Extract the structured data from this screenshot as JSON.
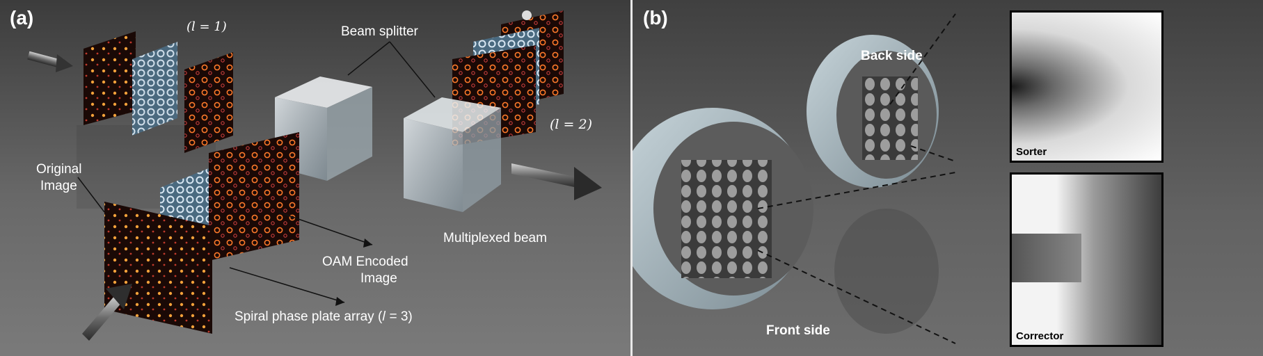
{
  "panel_a": {
    "letter": "(a)",
    "labels": {
      "l1": "(𝑙 = 1)",
      "beam_splitter": "Beam splitter",
      "l2": "(𝑙 = 2)",
      "original_line1": "Original",
      "original_line2": "Image",
      "oam_line1": "OAM Encoded",
      "oam_line2": "Image",
      "multiplexed": "Multiplexed beam",
      "spiral": "Spiral phase plate array (𝑙 = 3)"
    }
  },
  "panel_b": {
    "letter": "(b)",
    "labels": {
      "back": "Back side",
      "front": "Front side",
      "sorter": "Sorter",
      "corrector": "Corrector"
    }
  },
  "colors": {
    "spot": "#f5a23a",
    "plate": "#1a0906",
    "ring": "#ff7a2a"
  }
}
